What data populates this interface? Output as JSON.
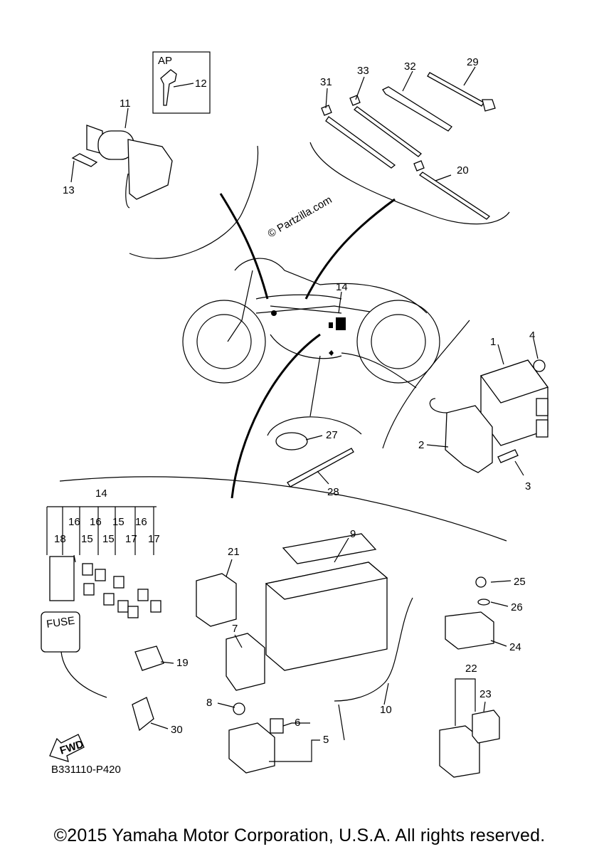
{
  "diagram": {
    "labels": {
      "ap": "AP",
      "p1": "1",
      "p2": "2",
      "p3": "3",
      "p4": "4",
      "p5": "5",
      "p6": "6",
      "p7": "7",
      "p8": "8",
      "p9": "9",
      "p10": "10",
      "p11": "11",
      "p12": "12",
      "p13": "13",
      "p14_top": "14",
      "p14_fuse": "14",
      "p15a": "15",
      "p15b": "15",
      "p15c": "15",
      "p16a": "16",
      "p16b": "16",
      "p16c": "16",
      "p17a": "17",
      "p17b": "17",
      "p18": "18",
      "p19": "19",
      "p20": "20",
      "p21": "21",
      "p22": "22",
      "p23": "23",
      "p24": "24",
      "p25": "25",
      "p26": "26",
      "p27": "27",
      "p28": "28",
      "p29": "29",
      "p30": "30",
      "p31": "31",
      "p32": "32",
      "p33": "33"
    },
    "fwd_label": "FWD",
    "fuse_label": "FUSE",
    "watermark": "© Partzilla.com",
    "diagram_code": "B331110-P420"
  },
  "footer": {
    "copyright": "©2015 Yamaha Motor Corporation, U.S.A. All rights reserved."
  }
}
